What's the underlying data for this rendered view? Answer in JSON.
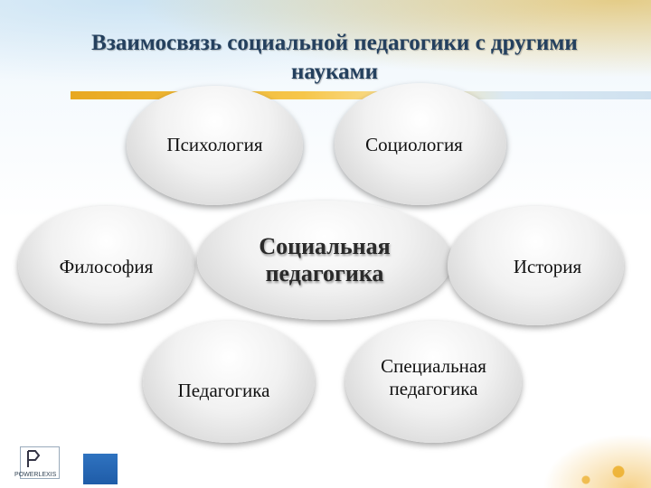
{
  "slide": {
    "title": "Взаимосвязь социальной педагогики с другими науками"
  },
  "diagram": {
    "center": "Социальная педагогика",
    "nodes": [
      {
        "id": "psychology",
        "label": "Психология"
      },
      {
        "id": "sociology",
        "label": "Социология"
      },
      {
        "id": "philosophy",
        "label": "Философия"
      },
      {
        "id": "history",
        "label": "История"
      },
      {
        "id": "pedagogy",
        "label": "Педагогика"
      },
      {
        "id": "special-pedagogy",
        "label": "Специальная педагогика"
      }
    ]
  },
  "logo": {
    "text": "POWERLEXIS"
  }
}
